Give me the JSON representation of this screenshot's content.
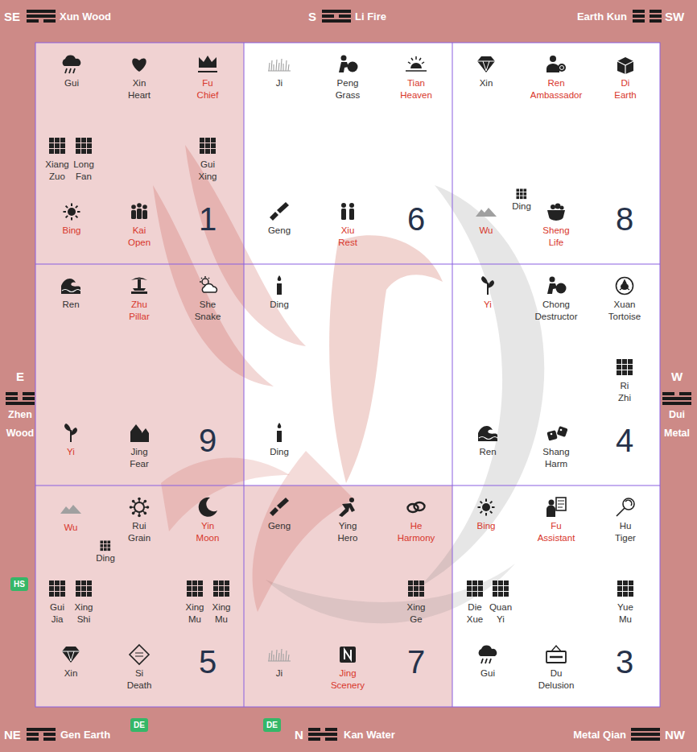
{
  "diagram": {
    "nodes": [
      {
        "text": [
          "Gui",
          "Xin Heart",
          "Fu Chief",
          "Xiang Zuo",
          "Long Fan",
          "Gui Xing",
          "Bing",
          "Kai Open",
          "1"
        ]
      },
      {
        "text": [
          "Ji",
          "Peng Grass",
          "Tian Heaven",
          "Geng",
          "Xiu Rest",
          "6"
        ]
      },
      {
        "text": [
          "Xin",
          "Ren Ambassador",
          "Di Earth",
          "Ding",
          "Wu",
          "Sheng Life",
          "8"
        ]
      },
      {
        "text": [
          "Ren",
          "Zhu Pillar",
          "She Snake",
          "Yi",
          "Jing Fear",
          "9"
        ]
      },
      {
        "text": [
          "Ding",
          "Ding"
        ]
      },
      {
        "text": [
          "Yi",
          "Chong Destructor",
          "Xuan Tortoise",
          "Ri Zhi",
          "Ren",
          "Shang Harm",
          "4"
        ]
      },
      {
        "text": [
          "Wu",
          "Rui Grain",
          "Yin Moon",
          "Ding",
          "Gui Jia",
          "Xing Shi",
          "Xing Mu",
          "Xing Mu",
          "Xin",
          "Si Death",
          "5"
        ]
      },
      {
        "text": [
          "Geng",
          "Ying Hero",
          "He Harmony",
          "Xing Ge",
          "Ji",
          "Jing Scenery",
          "7"
        ]
      },
      {
        "text": [
          "Bing",
          "Fu Assistant",
          "Hu Tiger",
          "Die Xue",
          "Quan Yi",
          "Yue Mu",
          "Gui",
          "Du Delusion",
          "3"
        ]
      },
      {
        "text": [
          "HS"
        ]
      },
      {
        "text": [
          "DE"
        ]
      },
      {
        "text": [
          "DE"
        ]
      }
    ],
    "labels": [
      "SE",
      "Xun Wood",
      "S",
      "Li Fire",
      "Earth Kun",
      "SW",
      "E",
      "Zhen Wood",
      "W",
      "Dui Metal",
      "NE",
      "Gen Earth",
      "N",
      "Kan Water",
      "Metal Qian",
      "NW"
    ]
  }
}
